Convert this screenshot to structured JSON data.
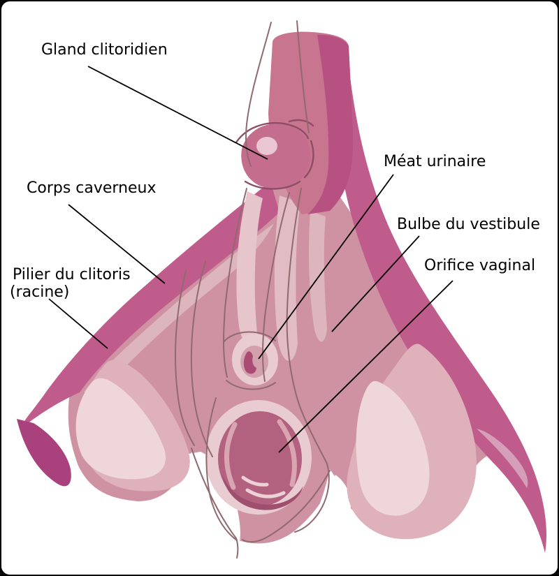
{
  "figure": {
    "kind": "anatomical-diagram",
    "language": "fr"
  },
  "annotations": [
    {
      "id": "gland",
      "label": "Gland clitoridien"
    },
    {
      "id": "corps",
      "label": "Corps caverneux"
    },
    {
      "id": "pilier",
      "label": "Pilier du clitoris",
      "label_secondary": "(racine)"
    },
    {
      "id": "meat",
      "label": "Méat urinaire"
    },
    {
      "id": "bulbe",
      "label": "Bulbe du vestibule"
    },
    {
      "id": "orifice",
      "label": "Orifice vaginal"
    }
  ],
  "colors": {
    "background": "#ffffff",
    "border": "#000000",
    "label_text": "#000000",
    "leader_line": "#000000",
    "tissue_mid_pink": "#cf92a3",
    "wing_dark_pink": "#c05c8b",
    "shadow_magenta": "#a8417c",
    "inner_light_band": "#ddb6bd",
    "bulb_light_pink": "#dfb2bb",
    "bulb_highlight": "#eed6d9",
    "streak_light": "#e6c5cb",
    "streak_soft": "#e2bcc4",
    "claw_highlight": "#d59fba",
    "shaft_light": "#c87590",
    "shaft_dark": "#b75181",
    "glans": "#c46d8d",
    "glans_highlight": "#e9c6d2",
    "opening_ring_light": "#e9ccd2",
    "opening_ring_mid": "#d3a0ad",
    "opening_dark": "#ab4b74",
    "cavity": "#b2617e",
    "cavity_deep": "#9f4f6e",
    "outline_brown": "#906a6f",
    "white": "#ffffff"
  }
}
